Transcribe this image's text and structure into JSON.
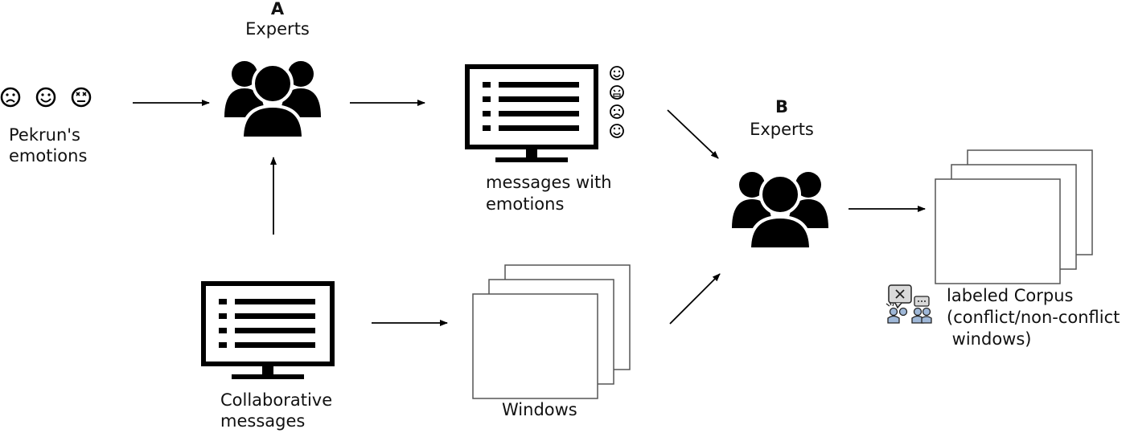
{
  "stage_a": {
    "letter": "A",
    "title": "Experts"
  },
  "stage_b": {
    "letter": "B",
    "title": "Experts"
  },
  "pekrun": {
    "line1": "Pekrun's",
    "line2": "emotions"
  },
  "messages_with_emotions": {
    "line1": "messages with",
    "line2": "emotions"
  },
  "collaborative": {
    "line1": "Collaborative",
    "line2": "messages"
  },
  "windows": {
    "label": "Windows"
  },
  "corpus": {
    "line1": "labeled Corpus",
    "line2": "(conflict/non-conflict",
    "line3": " windows)"
  },
  "colors": {
    "ink": "#000000",
    "window_frame": "#555555",
    "corpus_icon_fill": "#9fb8d8",
    "bubble_fill": "#d9d9d9"
  }
}
